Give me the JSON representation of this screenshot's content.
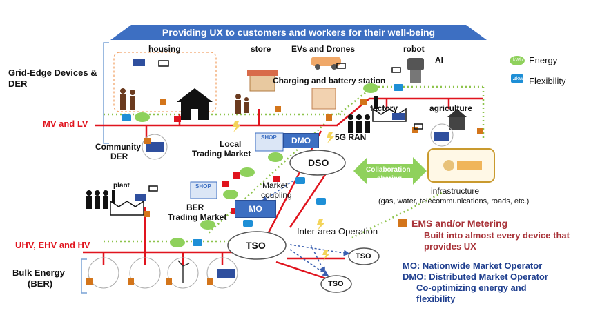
{
  "banner": "Providing UX to customers and workers for their well-being",
  "sections": {
    "grid_edge": "Grid-Edge Devices &",
    "der": "DER",
    "mv_lv": "MV and LV",
    "uhv": "UHV, EHV and HV",
    "bulk1": "Bulk Energy",
    "bulk2": "(BER)"
  },
  "places": {
    "housing": "housing",
    "store": "store",
    "evs": "EVs and Drones",
    "charging": "Charging and battery station",
    "robot": "robot",
    "ai": "AI",
    "factory": "factory",
    "agriculture": "agriculture",
    "community1": "Community",
    "community2": "DER",
    "ran": "5G RAN",
    "plant": "plant"
  },
  "markets": {
    "local1": "Local",
    "local2": "Trading Market",
    "ber1": "BER",
    "ber2": "Trading Market",
    "coupling1": "Market",
    "coupling2": "coupling",
    "interarea": "Inter-area Operation",
    "shop": "SHOP"
  },
  "nodes": {
    "dmo": "DMO",
    "dso": "DSO",
    "mo": "MO",
    "tso_main": "TSO",
    "tso_a": "TSO",
    "tso_b": "TSO"
  },
  "collab": {
    "line1": "Collaboration",
    "line2": "sharing",
    "infra": "infrastructure",
    "infra_detail": "(gas, water, telecommunications, roads, etc.)"
  },
  "legend": {
    "energy": "Energy",
    "flexibility": "Flexibility",
    "kwh": "kWh",
    "dkw": "⊿kW",
    "ems_title": "EMS and/or Metering",
    "ems_l1": "Built into almost every device that",
    "ems_l2": "provides UX",
    "mo_def": "MO: Nationwide Market Operator",
    "dmo_def": "DMO: Distributed Market Operator",
    "dmo_l2": "Co-optimizing energy and",
    "dmo_l3": "flexibility"
  },
  "colors": {
    "banner": "#3d6fc2",
    "grid_line": "#e0141e",
    "dotted": "#8dc34a",
    "energy_badge": "#8fd15c",
    "flex_badge": "#1e8fd6",
    "ems_chip": "#d3751b",
    "text_blue": "#1f3f8f",
    "text_brown": "#a83238"
  },
  "icons": [
    "solar-panel-icon",
    "battery-icon",
    "house-icon",
    "people-icon",
    "car-icon",
    "robot-icon",
    "factory-icon",
    "farm-icon",
    "cloud-icon",
    "shop-icon",
    "lightning-icon",
    "wind-turbine-icon",
    "chip-icon",
    "yen-icon"
  ]
}
